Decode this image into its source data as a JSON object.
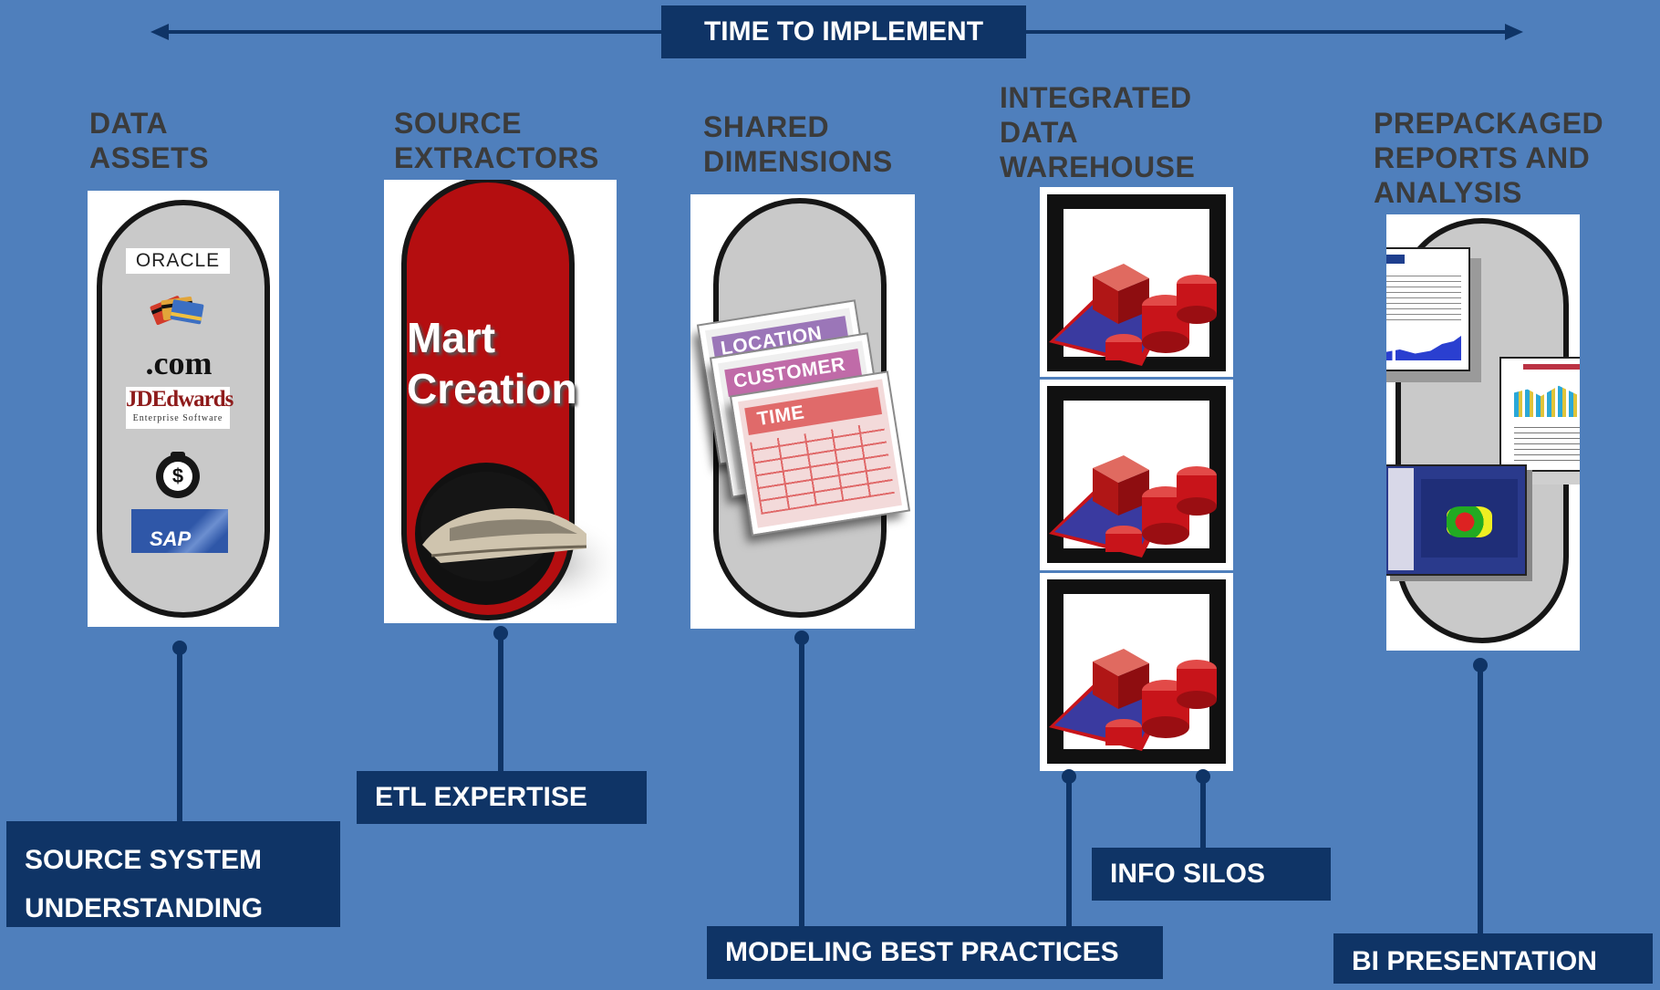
{
  "header": {
    "label": "TIME TO IMPLEMENT"
  },
  "columns": [
    {
      "id": "data-assets",
      "heading": [
        "DATA",
        "ASSETS"
      ],
      "logos": [
        "ORACLE",
        ".com",
        "JDEdwards",
        "Enterprise Software",
        "$",
        "SAP"
      ]
    },
    {
      "id": "source-extractors",
      "heading": [
        "SOURCE",
        "EXTRACTORS"
      ],
      "title": [
        "Mart",
        "Creation"
      ]
    },
    {
      "id": "shared-dimensions",
      "heading": [
        "SHARED",
        "DIMENSIONS"
      ],
      "cards": [
        "LOCATION",
        "CUSTOMER",
        "TIME"
      ]
    },
    {
      "id": "integrated-dw",
      "heading": [
        "INTEGRATED",
        "DATA",
        "WAREHOUSE"
      ]
    },
    {
      "id": "prepackaged-reports",
      "heading": [
        "PREPACKAGED",
        "REPORTS AND",
        "ANALYSIS"
      ]
    }
  ],
  "labels": {
    "source_system": [
      "SOURCE SYSTEM",
      "UNDERSTANDING"
    ],
    "etl": "ETL EXPERTISE",
    "modeling": "MODELING BEST PRACTICES",
    "info_silos": "INFO SILOS",
    "bi": "BI PRESENTATION"
  },
  "colors": {
    "background": "#4f7fbc",
    "navy": "#0f3466",
    "heading_text": "#3b3b3b",
    "mart_red": "#b40e10",
    "cube_red": "#c8141a"
  },
  "icons": [
    "arrow-left-icon",
    "arrow-right-icon",
    "credit-cards-icon",
    "money-bag-icon",
    "train-icon",
    "cube-database-icon",
    "report-thumbnail-icon"
  ]
}
